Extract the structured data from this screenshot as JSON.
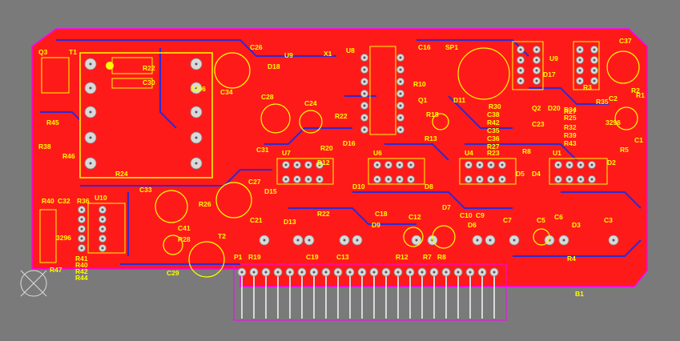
{
  "colors": {
    "background": "#7a7a7a",
    "board_copper": "#ff1a1a",
    "trace_blue": "#2b2bd6",
    "silkscreen": "#ffff00",
    "outline": "#ff00ff",
    "pad": "#d9d9d9"
  },
  "labels": [
    {
      "text": "Q3",
      "id": "q3"
    },
    {
      "text": "T1",
      "id": "t1"
    },
    {
      "text": "C26",
      "id": "c26"
    },
    {
      "text": "U9",
      "id": "u9-top"
    },
    {
      "text": "X1",
      "id": "x1"
    },
    {
      "text": "U8",
      "id": "u8"
    },
    {
      "text": "C16",
      "id": "c16"
    },
    {
      "text": "SP1",
      "id": "sp1"
    },
    {
      "text": "C37",
      "id": "c37"
    },
    {
      "text": "U9",
      "id": "u9"
    },
    {
      "text": "D18",
      "id": "d18"
    },
    {
      "text": "R22",
      "id": "r22a"
    },
    {
      "text": "C30",
      "id": "c30"
    },
    {
      "text": "R10",
      "id": "r10"
    },
    {
      "text": "D17",
      "id": "d17"
    },
    {
      "text": "R3",
      "id": "r3"
    },
    {
      "text": "R2",
      "id": "r2"
    },
    {
      "text": "C34",
      "id": "c34"
    },
    {
      "text": "C28",
      "id": "c28"
    },
    {
      "text": "C24",
      "id": "c24"
    },
    {
      "text": "Q1",
      "id": "q1"
    },
    {
      "text": "D11",
      "id": "d11"
    },
    {
      "text": "R30",
      "id": "r30"
    },
    {
      "text": "Q2",
      "id": "q2"
    },
    {
      "text": "D20",
      "id": "d20"
    },
    {
      "text": "R34",
      "id": "r34"
    },
    {
      "text": "C2",
      "id": "c2"
    },
    {
      "text": "R1",
      "id": "r1"
    },
    {
      "text": "R45",
      "id": "r45"
    },
    {
      "text": "C38",
      "id": "c38"
    },
    {
      "text": "R22",
      "id": "r22b"
    },
    {
      "text": "R18",
      "id": "r18"
    },
    {
      "text": "R42",
      "id": "r42a"
    },
    {
      "text": "C23",
      "id": "c23"
    },
    {
      "text": "R25",
      "id": "r25"
    },
    {
      "text": "R27",
      "id": "r27a"
    },
    {
      "text": "R35",
      "id": "r35"
    },
    {
      "text": "3296",
      "id": "pot1"
    },
    {
      "text": "C35",
      "id": "c35"
    },
    {
      "text": "R32",
      "id": "r32"
    },
    {
      "text": "R38",
      "id": "r38"
    },
    {
      "text": "D16",
      "id": "d16"
    },
    {
      "text": "C36",
      "id": "c36"
    },
    {
      "text": "R39",
      "id": "r39"
    },
    {
      "text": "C1",
      "id": "c1"
    },
    {
      "text": "C31",
      "id": "c31"
    },
    {
      "text": "R13",
      "id": "r13"
    },
    {
      "text": "R27",
      "id": "r27b"
    },
    {
      "text": "R43",
      "id": "r43"
    },
    {
      "text": "R46",
      "id": "r46"
    },
    {
      "text": "R20",
      "id": "r20"
    },
    {
      "text": "R8",
      "id": "r8"
    },
    {
      "text": "R23",
      "id": "r23"
    },
    {
      "text": "R5",
      "id": "r5"
    },
    {
      "text": "U7",
      "id": "u7"
    },
    {
      "text": "U6",
      "id": "u6"
    },
    {
      "text": "U4",
      "id": "u4"
    },
    {
      "text": "U1",
      "id": "u1"
    },
    {
      "text": "R24",
      "id": "r24"
    },
    {
      "text": "D12",
      "id": "d12"
    },
    {
      "text": "D5",
      "id": "d5"
    },
    {
      "text": "D4",
      "id": "d4"
    },
    {
      "text": "D2",
      "id": "d2"
    },
    {
      "text": "C27",
      "id": "c27"
    },
    {
      "text": "D15",
      "id": "d15"
    },
    {
      "text": "D10",
      "id": "d10"
    },
    {
      "text": "D8",
      "id": "d8"
    },
    {
      "text": "C33",
      "id": "c33"
    },
    {
      "text": "R40",
      "id": "r40"
    },
    {
      "text": "C32",
      "id": "c32"
    },
    {
      "text": "R36",
      "id": "r36"
    },
    {
      "text": "U10",
      "id": "u10"
    },
    {
      "text": "R26",
      "id": "r26"
    },
    {
      "text": "C21",
      "id": "c21"
    },
    {
      "text": "R22",
      "id": "r22c"
    },
    {
      "text": "C18",
      "id": "c18"
    },
    {
      "text": "C12",
      "id": "c12"
    },
    {
      "text": "D7",
      "id": "d7"
    },
    {
      "text": "C10",
      "id": "c10"
    },
    {
      "text": "C9",
      "id": "c9"
    },
    {
      "text": "3296",
      "id": "pot2"
    },
    {
      "text": "C41",
      "id": "c41"
    },
    {
      "text": "D13",
      "id": "d13"
    },
    {
      "text": "D9",
      "id": "d9"
    },
    {
      "text": "D6",
      "id": "d6"
    },
    {
      "text": "C7",
      "id": "c7"
    },
    {
      "text": "C5",
      "id": "c5"
    },
    {
      "text": "C6",
      "id": "c6"
    },
    {
      "text": "C3",
      "id": "c3"
    },
    {
      "text": "R28",
      "id": "r28"
    },
    {
      "text": "T2",
      "id": "t2"
    },
    {
      "text": "D3",
      "id": "d3"
    },
    {
      "text": "R47",
      "id": "r47"
    },
    {
      "text": "R41",
      "id": "r41"
    },
    {
      "text": "R40",
      "id": "r40b"
    },
    {
      "text": "R42",
      "id": "r42b"
    },
    {
      "text": "R44",
      "id": "r44"
    },
    {
      "text": "C29",
      "id": "c29"
    },
    {
      "text": "P1",
      "id": "p1"
    },
    {
      "text": "R19",
      "id": "r19"
    },
    {
      "text": "C19",
      "id": "c19"
    },
    {
      "text": "C13",
      "id": "c13"
    },
    {
      "text": "R12",
      "id": "r12"
    },
    {
      "text": "R7",
      "id": "r7"
    },
    {
      "text": "R4",
      "id": "r4"
    },
    {
      "text": "R8",
      "id": "r8b"
    },
    {
      "text": "B1",
      "id": "b1"
    },
    {
      "text": "3296",
      "id": "pot3"
    }
  ]
}
